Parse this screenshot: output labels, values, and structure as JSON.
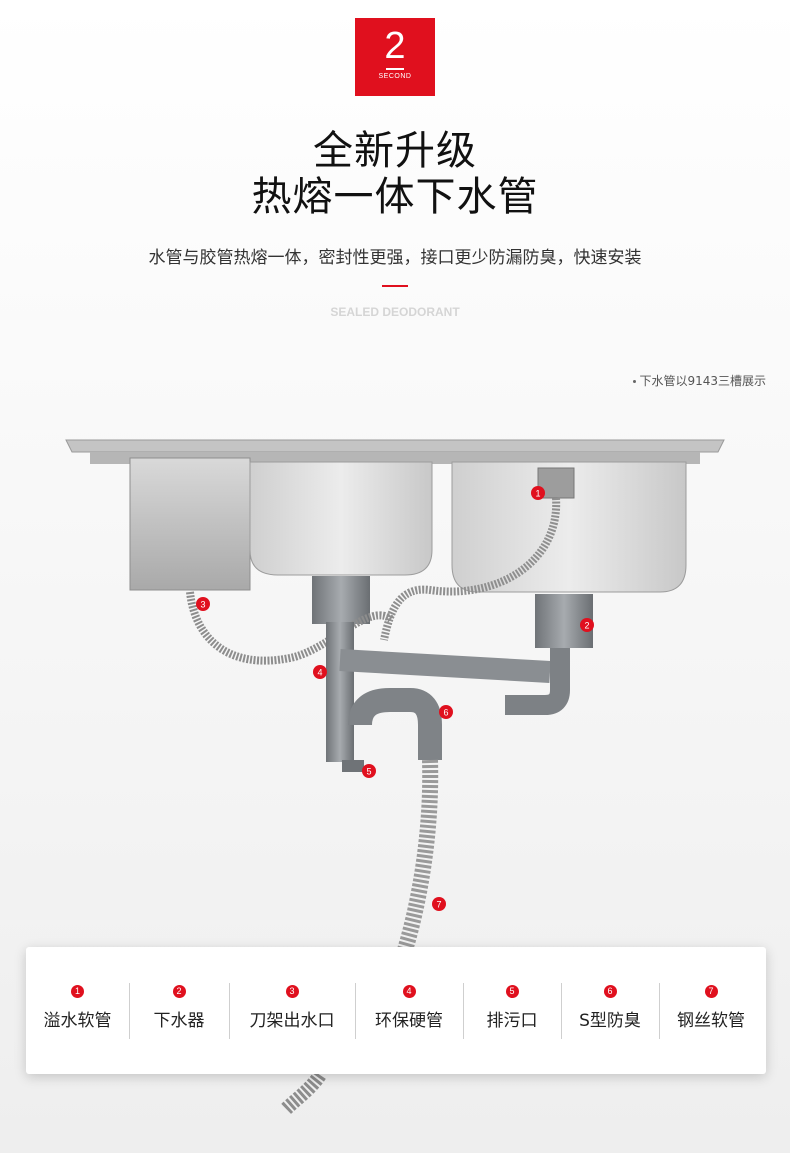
{
  "badge": {
    "number": "2",
    "subtitle": "SECOND"
  },
  "title_line1": "全新升级",
  "title_line2": "热熔一体下水管",
  "subtitle": "水管与胶管热熔一体，密封性更强，接口更少防漏防臭，快速安装",
  "english_caption": "SEALED DEODORANT",
  "note": "下水管以9143三槽展示",
  "markers": [
    "1",
    "2",
    "3",
    "4",
    "5",
    "6",
    "7"
  ],
  "legend": [
    {
      "num": "1",
      "label": "溢水软管"
    },
    {
      "num": "2",
      "label": "下水器"
    },
    {
      "num": "3",
      "label": "刀架出水口"
    },
    {
      "num": "4",
      "label": "环保硬管"
    },
    {
      "num": "5",
      "label": "排污口"
    },
    {
      "num": "6",
      "label": "S型防臭"
    },
    {
      "num": "7",
      "label": "钢丝软管"
    }
  ],
  "colors": {
    "accent": "#e0101e",
    "steel": "#b9b9b9",
    "pipe": "#8a8e92"
  }
}
